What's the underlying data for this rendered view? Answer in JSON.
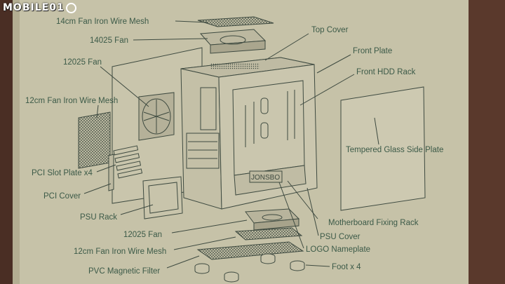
{
  "watermark": {
    "text": "MOBILE01",
    "icon": "mobile01-logo-icon"
  },
  "labels": {
    "mesh_top": "14cm Fan Iron Wire Mesh",
    "fan_14025": "14025 Fan",
    "top_cover": "Top Cover",
    "front_plate": "Front Plate",
    "front_hdd_rack": "Front HDD Rack",
    "fan_12025_side": "12025 Fan",
    "mesh_12cm_side": "12cm Fan Iron Wire Mesh",
    "tempered_glass": "Tempered Glass Side Plate",
    "pci_slot_plate": "PCI Slot Plate x4",
    "pci_cover": "PCI Cover",
    "psu_rack": "PSU Rack",
    "motherboard_rack": "Motherboard Fixing Rack",
    "fan_12025_bottom": "12025 Fan",
    "psu_cover": "PSU Cover",
    "mesh_12cm_bottom": "12cm Fan Iron Wire Mesh",
    "logo_nameplate": "LOGO Nameplate",
    "pvc_filter": "PVC Magnetic Filter",
    "foot": "Foot x 4",
    "nameplate_text": "JONSBO"
  },
  "colors": {
    "paper": "#c6c2a8",
    "ink": "#3e4a40",
    "label": "#3c5a48",
    "background": "#4a2e24"
  }
}
